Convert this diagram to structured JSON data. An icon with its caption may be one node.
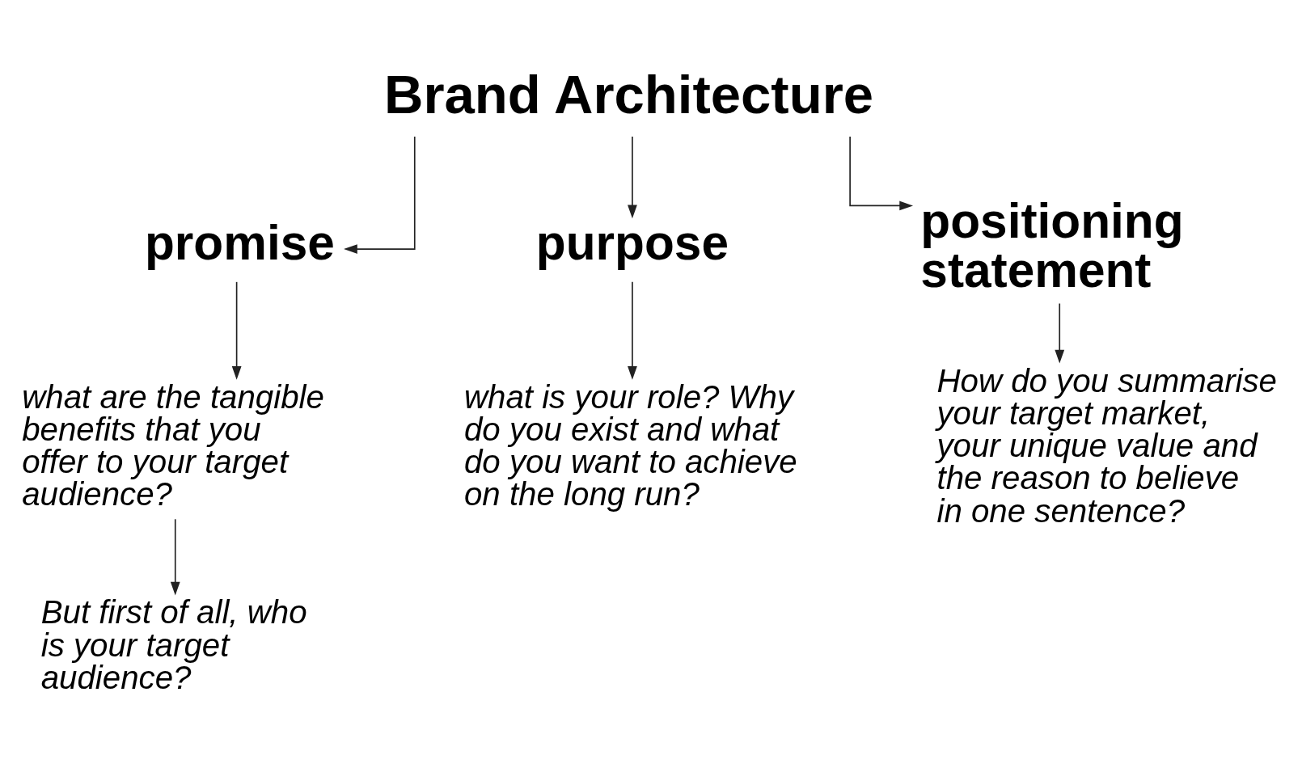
{
  "diagram": {
    "nodes": [
      {
        "text": [
          "Brand Architecture"
        ]
      },
      {
        "text": [
          "promise"
        ]
      },
      {
        "text": [
          "purpose"
        ]
      },
      {
        "text": [
          "positioning statement"
        ]
      },
      {
        "text": [
          "what are the tangible benefits that you offer to your target audience?"
        ]
      },
      {
        "text": [
          "what is your role? Why do you exist and what do you want to achieve on the long run?"
        ]
      },
      {
        "text": [
          "How do you summarise your target market, your unique value and the reason to believe in one sentence?"
        ]
      },
      {
        "text": [
          "But first of all, who is your target audience?"
        ]
      }
    ],
    "edges": [
      {
        "from": 0,
        "to": 1,
        "arrow": "to"
      },
      {
        "from": 0,
        "to": 2,
        "arrow": "to"
      },
      {
        "from": 0,
        "to": 3,
        "arrow": "to"
      },
      {
        "from": 1,
        "to": 4,
        "arrow": "to"
      },
      {
        "from": 2,
        "to": 5,
        "arrow": "to"
      },
      {
        "from": 3,
        "to": 6,
        "arrow": "to"
      },
      {
        "from": 4,
        "to": 7,
        "arrow": "to"
      }
    ]
  }
}
